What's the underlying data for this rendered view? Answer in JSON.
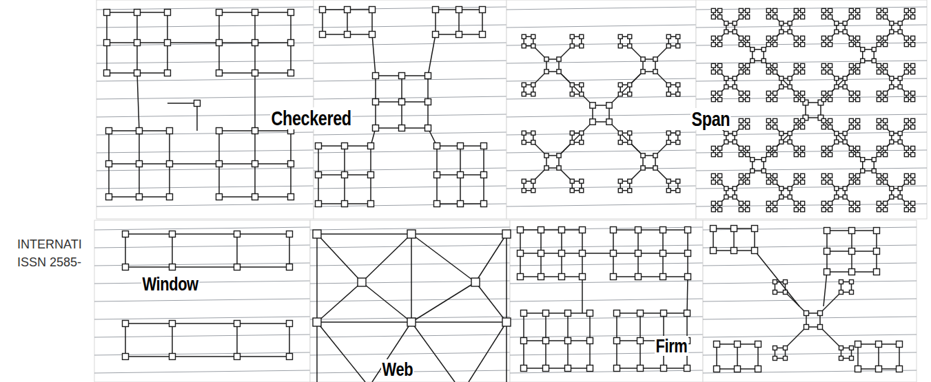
{
  "diagram": {
    "labels": [
      "Checkered",
      "Span",
      "INTERNATI",
      "ISSN 2585-",
      "Window",
      "Web",
      "Firm"
    ]
  }
}
